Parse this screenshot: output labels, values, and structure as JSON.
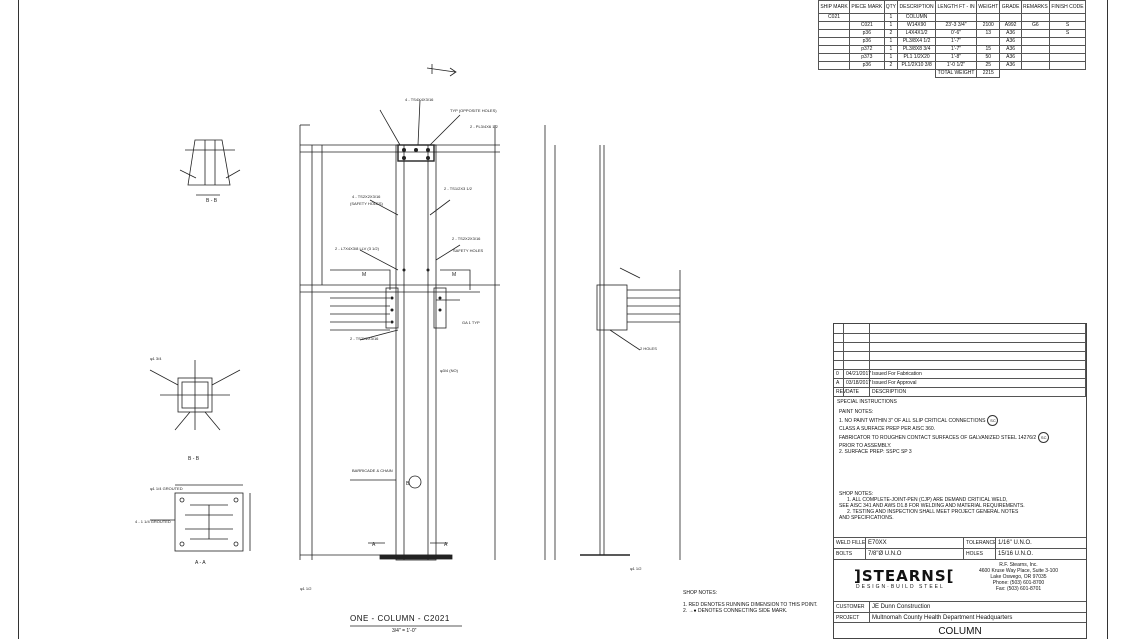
{
  "bom": {
    "headers": [
      "SHIP MARK",
      "PIECE MARK",
      "QTY",
      "DESCRIPTION",
      "LENGTH FT - IN",
      "WEIGHT",
      "GRADE",
      "REMARKS",
      "FINISH CODE"
    ],
    "rows": [
      [
        "C021",
        "",
        "1",
        "COLUMN",
        "",
        "",
        "",
        "",
        ""
      ],
      [
        "",
        "C021",
        "1",
        "W14X90",
        "23'-3 3/4\"",
        "2100",
        "A992",
        "G6",
        "S"
      ],
      [
        "",
        "p36",
        "2",
        "L4X4X1/2",
        "0'-6\"",
        "13",
        "A36",
        "",
        "S"
      ],
      [
        "",
        "p36",
        "1",
        "PL3/8X4 1/2",
        "1'-7\"",
        "",
        "A36",
        "",
        ""
      ],
      [
        "",
        "p372",
        "1",
        "PL3/8X8 3/4",
        "1'-7\"",
        "15",
        "A36",
        "",
        ""
      ],
      [
        "",
        "p373",
        "1",
        "PL1 1/2X20",
        "1'-8\"",
        "50",
        "A36",
        "",
        ""
      ],
      [
        "",
        "p36",
        "2",
        "PL1/2X10 3/8",
        "1'-0 1/2\"",
        "25",
        "A36",
        "",
        ""
      ]
    ],
    "total_label": "TOTAL WEIGHT",
    "total_value": "2215"
  },
  "drawing": {
    "main_caption": "ONE - COLUMN - C2021",
    "main_scale": "3/4\" = 1'-0\"",
    "section_labels": [
      "B - B",
      "A - A",
      "B - B"
    ],
    "view_markers": [
      "A",
      "A",
      "B",
      "M",
      "M"
    ],
    "barricade_note": "BARRICADE & CHAIN"
  },
  "shop_notes_bottom": {
    "title": "SHOP NOTES:",
    "lines": [
      "1. RED DENOTES RUNNING DIMENSION TO THIS POINT.",
      "2. →● DENOTES CONNECTING SIDE MARK."
    ]
  },
  "title_block": {
    "revisions": [
      {
        "rev": "0",
        "date": "04/21/2017",
        "desc": "Issued For Fabrication"
      },
      {
        "rev": "A",
        "date": "03/18/2017",
        "desc": "Issued For Approval"
      }
    ],
    "rev_header": {
      "rev": "REV",
      "date": "DATE",
      "desc": "DESCRIPTION"
    },
    "special_instructions": "SPECIAL INSTRUCTIONS",
    "paint_notes_title": "PAINT NOTES:",
    "paint_notes": [
      "1. NO PAINT WITHIN 3\" OF ALL SLIP CRITICAL CONNECTIONS",
      "   CLASS A SURFACE PREP PER AISC 360.",
      "   FABRICATOR TO ROUGHEN CONTACT SURFACES OF GALVANIZED STEEL 14276/2",
      "   PRIOR TO ASSEMBLY.",
      "2. SURFACE PREP: SSPC SP 3"
    ],
    "paint_bubbles": [
      "SC",
      "SC"
    ],
    "shop_notes_title": "SHOP NOTES:",
    "shop_notes": [
      "1. ALL COMPLETE-JOINT-PEN (CJP) ARE DEMAND CRITICAL WELD,",
      "SEE AISC 341 AND AWS D1.8 FOR WELDING AND MATERIAL REQUIREMENTS.",
      "2. TESTING AND INSPECTION SHALL MEET PROJECT GENERAL NOTES",
      "AND SPECIFICATIONS."
    ],
    "weld_filler_label": "WELD FILLER",
    "weld_filler_value": "E70XX",
    "tolerance_label": "TOLERANCE",
    "tolerance_value": "1/16\" U.N.O.",
    "bolts_label": "BOLTS",
    "bolts_value": "7/8\"Ø U.N.O",
    "holes_label": "HOLES",
    "holes_value": "15/16 U.N.O.",
    "logo": "]STEARNS[",
    "logo_sub": "DESIGN·BUILD STEEL",
    "address": [
      "R.F. Stearns, Inc.",
      "4600 Kruse Way Place, Suite 3-100",
      "Lake Oswego, OR 97035",
      "Phone: (503) 601-8700",
      "Fax: (503) 601-8701"
    ],
    "customer_label": "CUSTOMER",
    "customer_value": "JE Dunn Construction",
    "project_label": "PROJECT",
    "project_value": "Multnomah County Health Department Headquarters",
    "sheet_title": "COLUMN"
  }
}
